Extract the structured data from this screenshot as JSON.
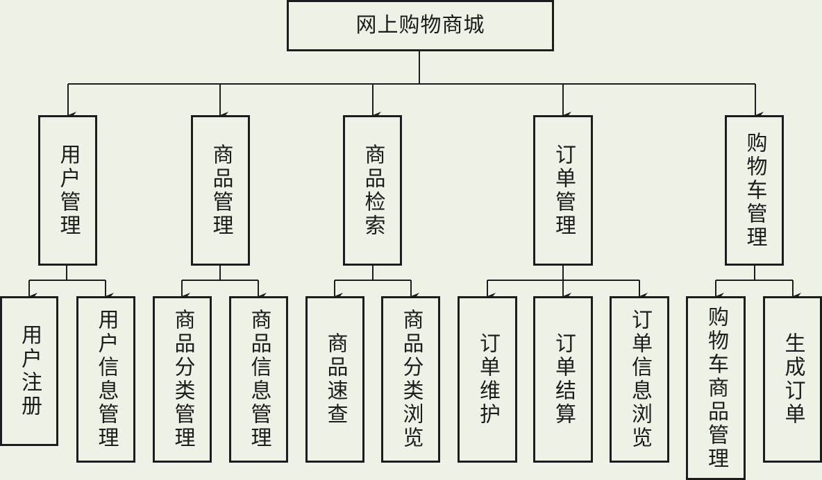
{
  "diagram": {
    "root": "网上购物商城",
    "modules": [
      {
        "label": "用户管理",
        "children": [
          "用户注册",
          "用户信息管理"
        ]
      },
      {
        "label": "商品管理",
        "children": [
          "商品分类管理",
          "商品信息管理"
        ]
      },
      {
        "label": "商品检索",
        "children": [
          "商品速查",
          "商品分类浏览"
        ]
      },
      {
        "label": "订单管理",
        "children": [
          "订单维护",
          "订单结算",
          "订单信息浏览"
        ]
      },
      {
        "label": "购物车管理",
        "children": [
          "购物车商品管理",
          "生成订单"
        ]
      }
    ]
  }
}
